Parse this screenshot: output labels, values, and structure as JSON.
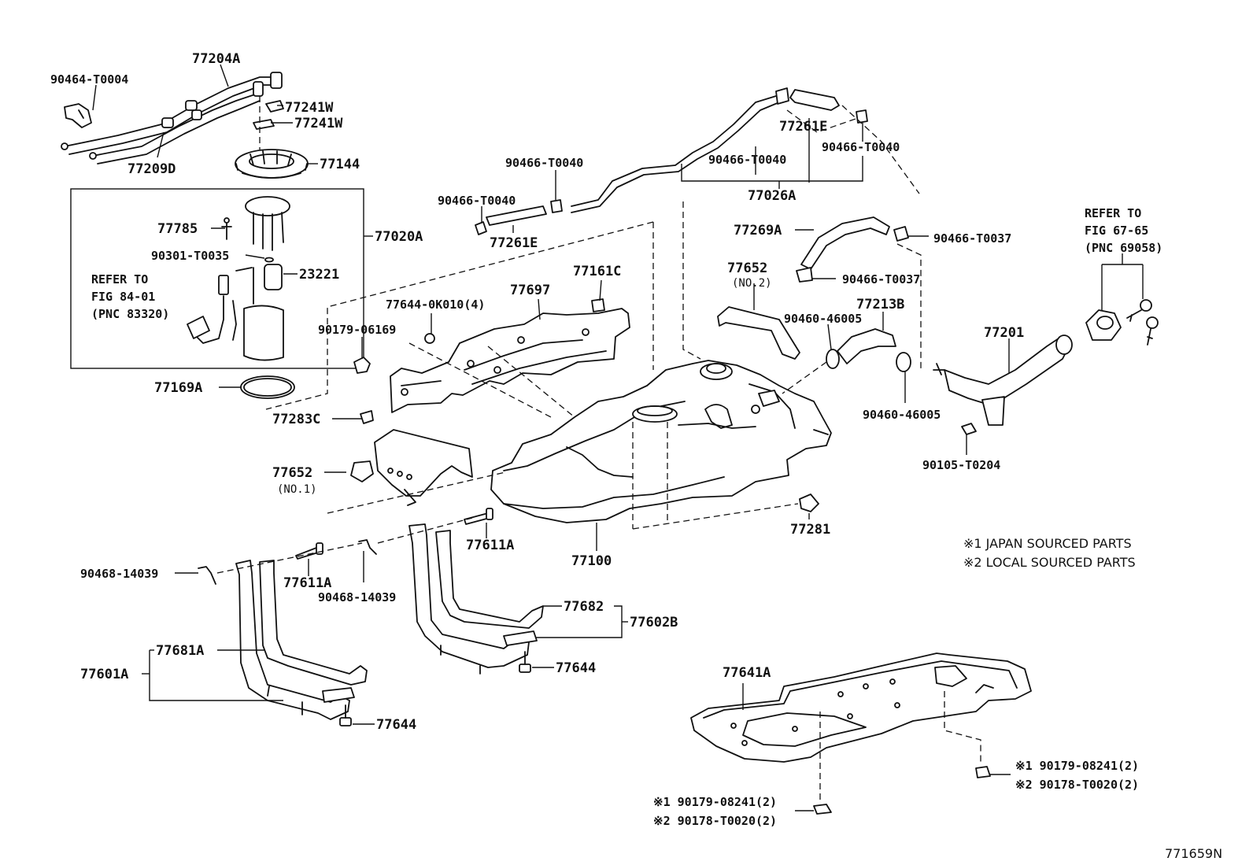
{
  "labels": {
    "p77204A": "77204A",
    "p90464": "90464-T0004",
    "p77241W_a": "77241W",
    "p77241W_b": "77241W",
    "p77209D": "77209D",
    "p77144": "77144",
    "p77785": "77785",
    "p90301": "90301-T0035",
    "p23221": "23221",
    "p77020A": "77020A",
    "p77169A": "77169A",
    "p77283C": "77283C",
    "p77652_1": "77652",
    "p77652_1_sub": "(NO.1)",
    "p90468_a": "90468-14039",
    "p77611A_a": "77611A",
    "p90468_b": "90468-14039",
    "p77611A_b": "77611A",
    "p77681A": "77681A",
    "p77601A": "77601A",
    "p77644_a": "77644",
    "p77682": "77682",
    "p77602B": "77602B",
    "p77644_b": "77644",
    "p77100": "77100",
    "p90466_1": "90466-T0040",
    "p90466_2": "90466-T0040",
    "p77261E_a": "77261E",
    "p77261E_b": "77261E",
    "p90466_3": "90466-T0040",
    "p90466_4": "90466-T0040",
    "p77026A": "77026A",
    "p77269A": "77269A",
    "p90466_5": "90466-T0037",
    "p90466_6": "90466-T0037",
    "p77652_2": "77652",
    "p77652_2_sub": "(NO.2)",
    "p77697": "77697",
    "p77161C": "77161C",
    "p77644_0k": "77644-0K010(4)",
    "p90179_06169": "90179-06169",
    "p90460_a": "90460-46005",
    "p77213B": "77213B",
    "p90460_b": "90460-46005",
    "p77201": "77201",
    "p90105": "90105-T0204",
    "p77281": "77281",
    "p77641A": "77641A",
    "p90179_08241_a": "※1 90179-08241(2)",
    "p90178_a": "※2 90178-T0020(2)",
    "p90179_08241_b": "※1 90179-08241(2)",
    "p90178_b": "※2 90178-T0020(2)"
  },
  "refer": {
    "left": [
      "REFER TO",
      "FIG 84-01",
      "(PNC 83320)"
    ],
    "right": [
      "REFER TO",
      "FIG 67-65",
      "(PNC 69058)"
    ]
  },
  "legend": {
    "line1": "※1 JAPAN SOURCED PARTS",
    "line2": "※2 LOCAL SOURCED PARTS"
  },
  "figure_id": "771659N"
}
